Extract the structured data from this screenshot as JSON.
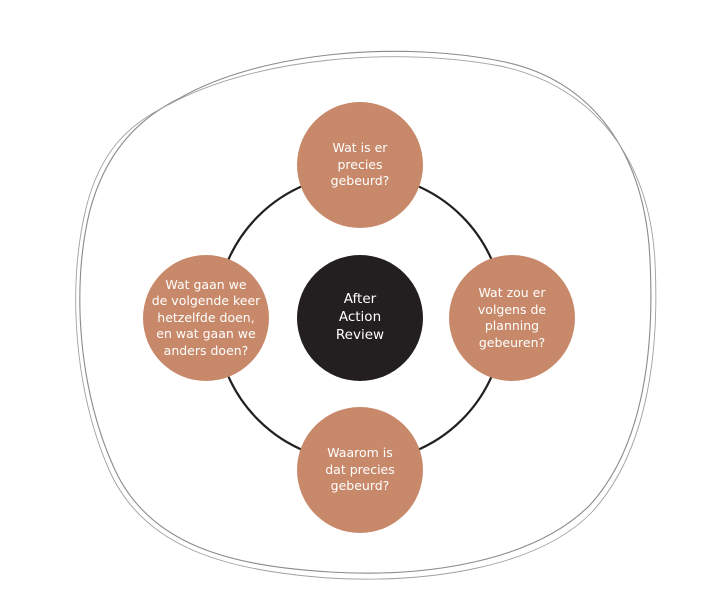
{
  "diagram": {
    "center": {
      "label": "After\nAction\nReview"
    },
    "nodes": [
      {
        "id": "top",
        "label": "Wat is er\nprecies\ngebeurd?"
      },
      {
        "id": "right",
        "label": "Wat zou er\nvolgens de\nplanning\ngebeuren?"
      },
      {
        "id": "bottom",
        "label": "Waarom is\ndat precies\ngebeurd?"
      },
      {
        "id": "left",
        "label": "Wat gaan we\nde volgende keer\nhetzelfde doen,\nen wat gaan we\nanders doen?"
      }
    ],
    "colors": {
      "node_fill": "#c8896a",
      "center_fill": "#231f20",
      "ring_stroke": "#231f20",
      "outline_stroke": "#8a8a8a",
      "text": "#ffffff"
    }
  }
}
